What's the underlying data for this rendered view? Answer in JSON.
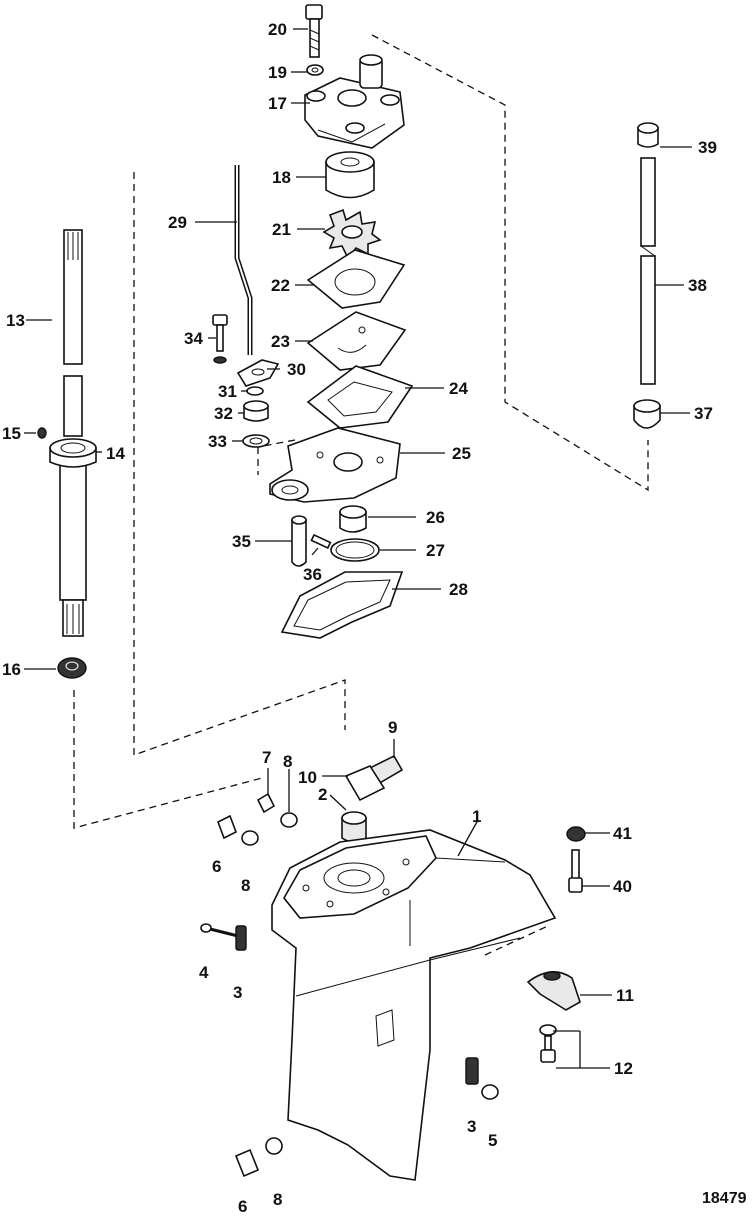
{
  "figure_number": "18479",
  "callouts": [
    {
      "id": "p20",
      "label": "20"
    },
    {
      "id": "p19",
      "label": "19"
    },
    {
      "id": "p17",
      "label": "17"
    },
    {
      "id": "p18",
      "label": "18"
    },
    {
      "id": "p21",
      "label": "21"
    },
    {
      "id": "p22",
      "label": "22"
    },
    {
      "id": "p23",
      "label": "23"
    },
    {
      "id": "p24",
      "label": "24"
    },
    {
      "id": "p25",
      "label": "25"
    },
    {
      "id": "p26",
      "label": "26"
    },
    {
      "id": "p27",
      "label": "27"
    },
    {
      "id": "p28",
      "label": "28"
    },
    {
      "id": "p29",
      "label": "29"
    },
    {
      "id": "p30",
      "label": "30"
    },
    {
      "id": "p31",
      "label": "31"
    },
    {
      "id": "p32",
      "label": "32"
    },
    {
      "id": "p33",
      "label": "33"
    },
    {
      "id": "p34",
      "label": "34"
    },
    {
      "id": "p35",
      "label": "35"
    },
    {
      "id": "p36",
      "label": "36"
    },
    {
      "id": "p13",
      "label": "13"
    },
    {
      "id": "p14",
      "label": "14"
    },
    {
      "id": "p15",
      "label": "15"
    },
    {
      "id": "p16",
      "label": "16"
    },
    {
      "id": "p39",
      "label": "39"
    },
    {
      "id": "p38",
      "label": "38"
    },
    {
      "id": "p37",
      "label": "37"
    },
    {
      "id": "p9",
      "label": "9"
    },
    {
      "id": "p10",
      "label": "10"
    },
    {
      "id": "p2",
      "label": "2"
    },
    {
      "id": "p7",
      "label": "7"
    },
    {
      "id": "p8a",
      "label": "8"
    },
    {
      "id": "p6a",
      "label": "6"
    },
    {
      "id": "p8b",
      "label": "8"
    },
    {
      "id": "p1",
      "label": "1"
    },
    {
      "id": "p41",
      "label": "41"
    },
    {
      "id": "p40",
      "label": "40"
    },
    {
      "id": "p4",
      "label": "4"
    },
    {
      "id": "p3a",
      "label": "3"
    },
    {
      "id": "p11",
      "label": "11"
    },
    {
      "id": "p12",
      "label": "12"
    },
    {
      "id": "p3b",
      "label": "3"
    },
    {
      "id": "p5",
      "label": "5"
    },
    {
      "id": "p6b",
      "label": "6"
    },
    {
      "id": "p8c",
      "label": "8"
    }
  ]
}
